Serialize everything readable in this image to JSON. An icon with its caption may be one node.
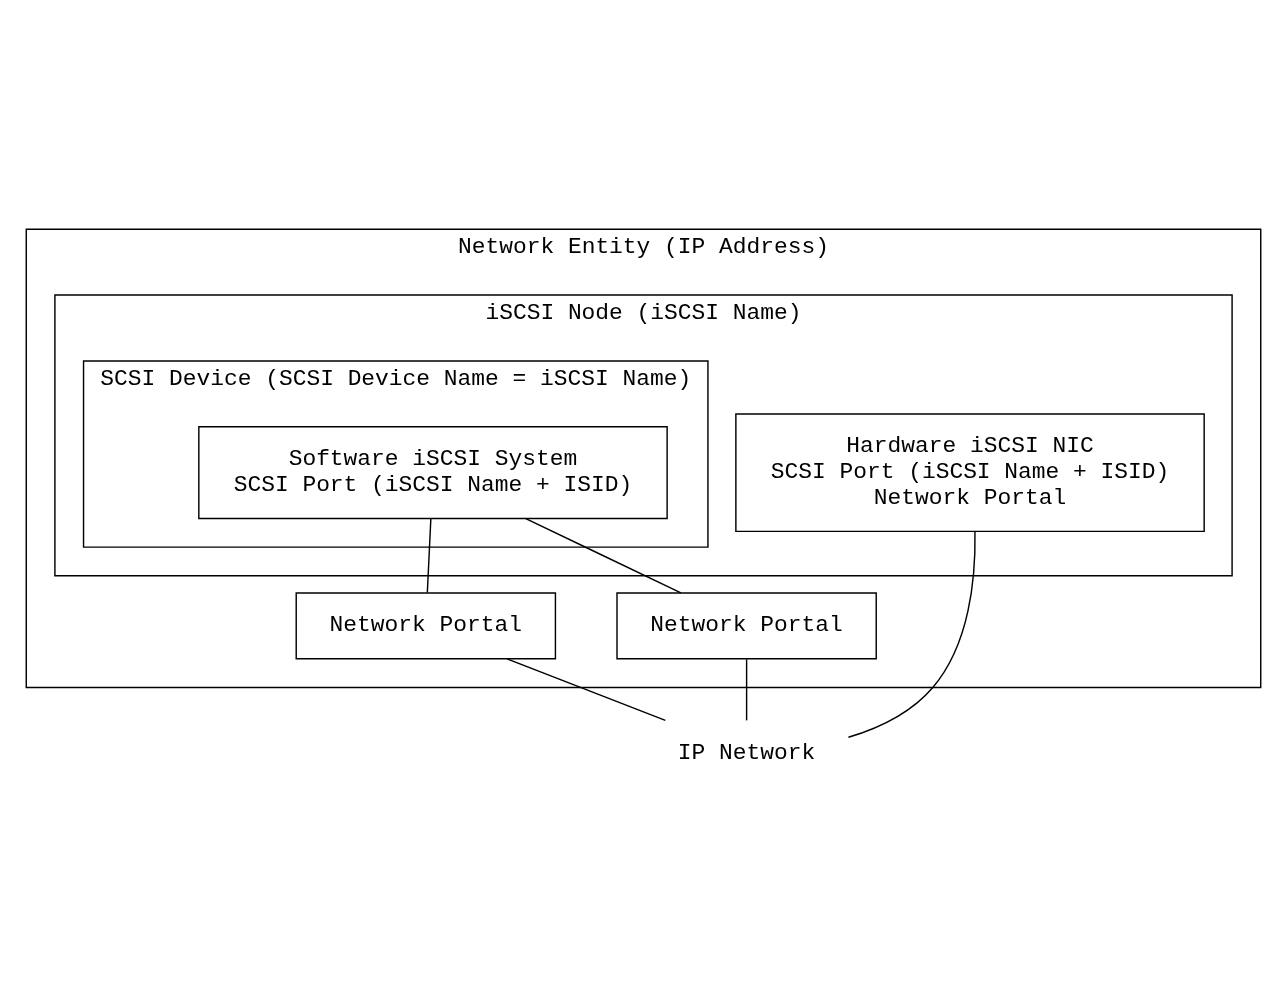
{
  "diagram": {
    "nodes": [
      {
        "text": [
          "Network Entity (IP Address)"
        ]
      },
      {
        "text": [
          "iSCSI Node (iSCSI Name)"
        ],
        "in": 0
      },
      {
        "text": [
          "SCSI Device (SCSI Device Name = iSCSI Name)"
        ],
        "in": 1
      },
      {
        "text": [
          "Software iSCSI System",
          "SCSI Port (iSCSI Name + ISID)"
        ],
        "in": 2
      },
      {
        "text": [
          "Hardware iSCSI NIC",
          "SCSI Port (iSCSI Name + ISID)",
          "Network Portal"
        ],
        "in": 1
      },
      {
        "text": [
          "Network Portal"
        ],
        "in": 0
      },
      {
        "text": [
          "Network Portal"
        ],
        "in": 0
      },
      {
        "text": [
          "IP Network"
        ]
      }
    ],
    "edges": [
      {
        "from": 3,
        "to": 5,
        "arrow": "none"
      },
      {
        "from": 3,
        "to": 6,
        "arrow": "none"
      },
      {
        "from": 5,
        "to": 7,
        "arrow": "none"
      },
      {
        "from": 6,
        "to": 7,
        "arrow": "none"
      },
      {
        "from": 4,
        "to": 7,
        "arrow": "none"
      }
    ]
  }
}
